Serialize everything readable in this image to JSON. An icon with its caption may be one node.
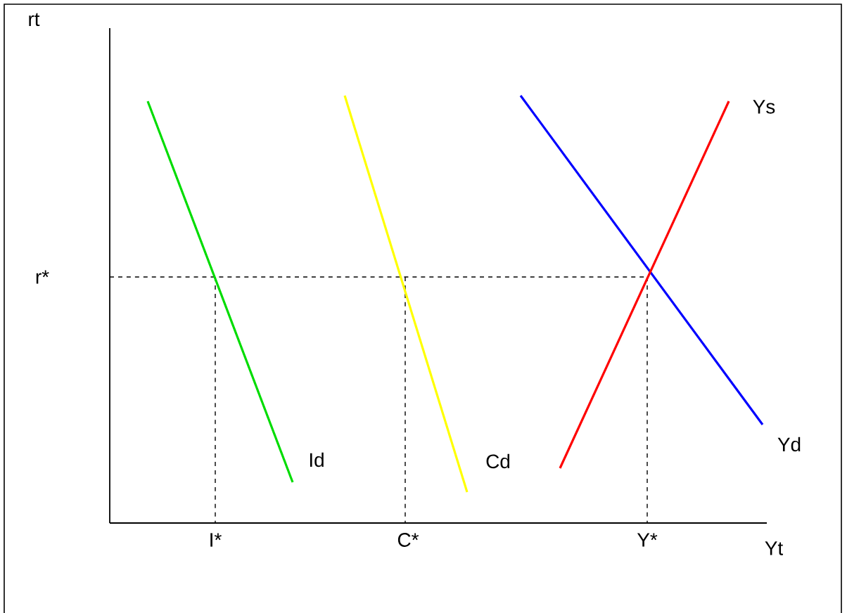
{
  "diagram": {
    "labels": [
      "rt",
      "r*",
      "Id",
      "Cd",
      "Ys",
      "Yd",
      "Yt",
      "I*",
      "C*",
      "Y*"
    ]
  }
}
